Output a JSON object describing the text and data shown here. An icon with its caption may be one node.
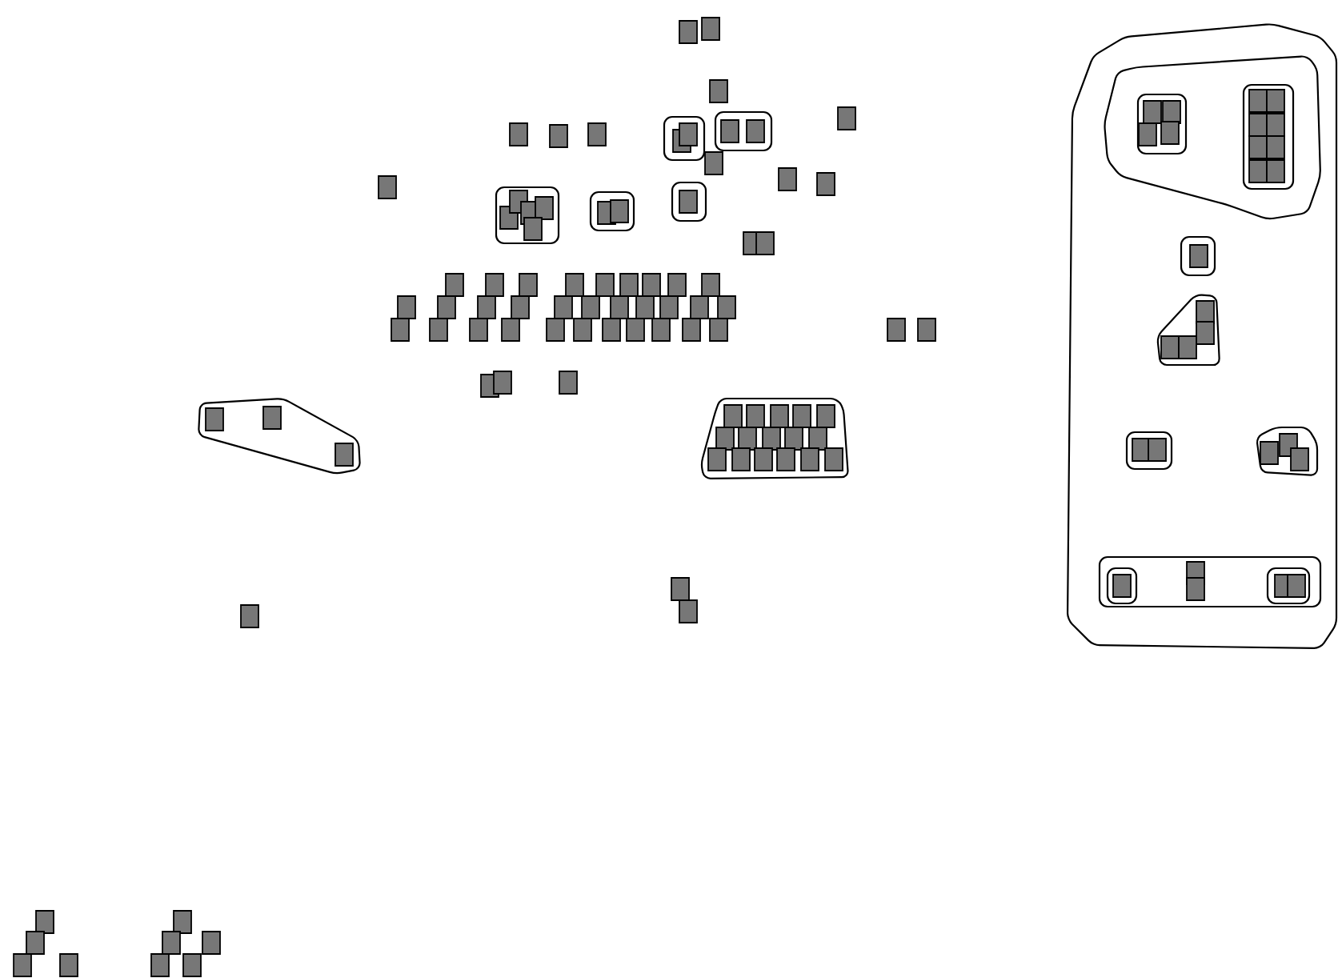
{
  "diagram": {
    "nodes": [
      {
        "text": [],
        "shape": "box"
      },
      {
        "text": [],
        "shape": "box"
      },
      {
        "text": [],
        "shape": "box"
      },
      {
        "text": [],
        "shape": "outline"
      },
      {
        "text": [],
        "shape": "box",
        "in": 3
      },
      {
        "text": [],
        "shape": "box",
        "in": 3
      },
      {
        "text": [],
        "shape": "outline"
      },
      {
        "text": [],
        "shape": "box",
        "in": 6
      },
      {
        "text": [],
        "shape": "box",
        "in": 6
      },
      {
        "text": [],
        "shape": "box"
      },
      {
        "text": [],
        "shape": "box"
      },
      {
        "text": [],
        "shape": "box"
      },
      {
        "text": [],
        "shape": "box"
      },
      {
        "text": [],
        "shape": "box"
      },
      {
        "text": [],
        "shape": "box"
      },
      {
        "text": [],
        "shape": "box"
      },
      {
        "text": [],
        "shape": "box"
      },
      {
        "text": [],
        "shape": "outline"
      },
      {
        "text": [],
        "shape": "box",
        "in": 17
      },
      {
        "text": [],
        "shape": "box",
        "in": 17
      },
      {
        "text": [],
        "shape": "box",
        "in": 17
      },
      {
        "text": [],
        "shape": "box",
        "in": 17
      },
      {
        "text": [],
        "shape": "box",
        "in": 17
      },
      {
        "text": [],
        "shape": "outline"
      },
      {
        "text": [],
        "shape": "box",
        "in": 23
      },
      {
        "text": [],
        "shape": "box",
        "in": 23
      },
      {
        "text": [],
        "shape": "outline"
      },
      {
        "text": [],
        "shape": "box",
        "in": 26
      },
      {
        "text": [],
        "shape": "box"
      },
      {
        "text": [],
        "shape": "box"
      },
      {
        "text": [],
        "shape": "box"
      },
      {
        "text": [],
        "shape": "box"
      },
      {
        "text": [],
        "shape": "box"
      },
      {
        "text": [],
        "shape": "box"
      },
      {
        "text": [],
        "shape": "box"
      },
      {
        "text": [],
        "shape": "box"
      },
      {
        "text": [],
        "shape": "box"
      },
      {
        "text": [],
        "shape": "box"
      },
      {
        "text": [],
        "shape": "box"
      },
      {
        "text": [],
        "shape": "box"
      },
      {
        "text": [],
        "shape": "box"
      },
      {
        "text": [],
        "shape": "box"
      },
      {
        "text": [],
        "shape": "box"
      },
      {
        "text": [],
        "shape": "box"
      },
      {
        "text": [],
        "shape": "box"
      },
      {
        "text": [],
        "shape": "box"
      },
      {
        "text": [],
        "shape": "box"
      },
      {
        "text": [],
        "shape": "box"
      },
      {
        "text": [],
        "shape": "box"
      },
      {
        "text": [],
        "shape": "box"
      },
      {
        "text": [],
        "shape": "box"
      },
      {
        "text": [],
        "shape": "box"
      },
      {
        "text": [],
        "shape": "box"
      },
      {
        "text": [],
        "shape": "box"
      },
      {
        "text": [],
        "shape": "box"
      },
      {
        "text": [],
        "shape": "box"
      },
      {
        "text": [],
        "shape": "box"
      },
      {
        "text": [],
        "shape": "box"
      },
      {
        "text": [],
        "shape": "box"
      },
      {
        "text": [],
        "shape": "box"
      },
      {
        "text": [],
        "shape": "box"
      },
      {
        "text": [],
        "shape": "box"
      },
      {
        "text": [],
        "shape": "box"
      },
      {
        "text": [],
        "shape": "box"
      },
      {
        "text": [],
        "shape": "box"
      },
      {
        "text": [],
        "shape": "box"
      },
      {
        "text": [],
        "shape": "polygon"
      },
      {
        "text": [],
        "shape": "box",
        "in": 66
      },
      {
        "text": [],
        "shape": "box",
        "in": 66
      },
      {
        "text": [],
        "shape": "box",
        "in": 66
      },
      {
        "text": [],
        "shape": "polygon"
      },
      {
        "text": [],
        "shape": "box",
        "in": 70
      },
      {
        "text": [],
        "shape": "box",
        "in": 70
      },
      {
        "text": [],
        "shape": "box",
        "in": 70
      },
      {
        "text": [],
        "shape": "box",
        "in": 70
      },
      {
        "text": [],
        "shape": "box",
        "in": 70
      },
      {
        "text": [],
        "shape": "box",
        "in": 70
      },
      {
        "text": [],
        "shape": "box",
        "in": 70
      },
      {
        "text": [],
        "shape": "box",
        "in": 70
      },
      {
        "text": [],
        "shape": "box",
        "in": 70
      },
      {
        "text": [],
        "shape": "box",
        "in": 70
      },
      {
        "text": [],
        "shape": "box",
        "in": 70
      },
      {
        "text": [],
        "shape": "box",
        "in": 70
      },
      {
        "text": [],
        "shape": "box",
        "in": 70
      },
      {
        "text": [],
        "shape": "box",
        "in": 70
      },
      {
        "text": [],
        "shape": "box",
        "in": 70
      },
      {
        "text": [],
        "shape": "box",
        "in": 70
      },
      {
        "text": [],
        "shape": "box"
      },
      {
        "text": [],
        "shape": "box"
      },
      {
        "text": [],
        "shape": "box"
      },
      {
        "text": [],
        "shape": "box"
      },
      {
        "text": [],
        "shape": "box"
      },
      {
        "text": [],
        "shape": "box"
      },
      {
        "text": [],
        "shape": "box"
      },
      {
        "text": [],
        "shape": "box"
      },
      {
        "text": [],
        "shape": "box"
      },
      {
        "text": [],
        "shape": "box"
      },
      {
        "text": [],
        "shape": "box"
      },
      {
        "text": [],
        "shape": "box"
      },
      {
        "text": [],
        "shape": "polygon"
      },
      {
        "text": [],
        "shape": "polygon",
        "in": 99
      },
      {
        "text": [],
        "shape": "outline",
        "in": 100
      },
      {
        "text": [],
        "shape": "box",
        "in": 101
      },
      {
        "text": [],
        "shape": "box",
        "in": 101
      },
      {
        "text": [],
        "shape": "box",
        "in": 101
      },
      {
        "text": [],
        "shape": "box",
        "in": 101
      },
      {
        "text": [],
        "shape": "outline",
        "in": 100
      },
      {
        "text": [],
        "shape": "box",
        "in": 106
      },
      {
        "text": [],
        "shape": "box",
        "in": 106
      },
      {
        "text": [],
        "shape": "box",
        "in": 106
      },
      {
        "text": [],
        "shape": "box",
        "in": 106
      },
      {
        "text": [],
        "shape": "box",
        "in": 106
      },
      {
        "text": [],
        "shape": "box",
        "in": 106
      },
      {
        "text": [],
        "shape": "box",
        "in": 106
      },
      {
        "text": [],
        "shape": "box",
        "in": 106
      },
      {
        "text": [],
        "shape": "outline",
        "in": 99
      },
      {
        "text": [],
        "shape": "box",
        "in": 115
      },
      {
        "text": [],
        "shape": "polygon",
        "in": 99
      },
      {
        "text": [],
        "shape": "box",
        "in": 117
      },
      {
        "text": [],
        "shape": "box",
        "in": 117
      },
      {
        "text": [],
        "shape": "box",
        "in": 117
      },
      {
        "text": [],
        "shape": "box",
        "in": 117
      },
      {
        "text": [],
        "shape": "outline",
        "in": 99
      },
      {
        "text": [],
        "shape": "box",
        "in": 122
      },
      {
        "text": [],
        "shape": "box",
        "in": 122
      },
      {
        "text": [],
        "shape": "polygon",
        "in": 99
      },
      {
        "text": [],
        "shape": "box",
        "in": 125
      },
      {
        "text": [],
        "shape": "box",
        "in": 125
      },
      {
        "text": [],
        "shape": "box",
        "in": 125
      },
      {
        "text": [],
        "shape": "outline",
        "in": 99
      },
      {
        "text": [],
        "shape": "outline",
        "in": 129
      },
      {
        "text": [],
        "shape": "box",
        "in": 130
      },
      {
        "text": [],
        "shape": "box",
        "in": 129
      },
      {
        "text": [],
        "shape": "box",
        "in": 129
      },
      {
        "text": [],
        "shape": "outline",
        "in": 129
      },
      {
        "text": [],
        "shape": "box",
        "in": 134
      },
      {
        "text": [],
        "shape": "box",
        "in": 134
      }
    ]
  }
}
